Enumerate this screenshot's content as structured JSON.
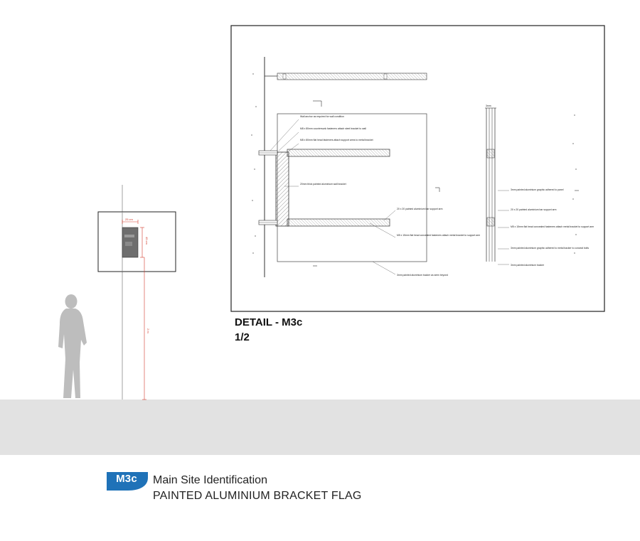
{
  "detail": {
    "title": "DETAIL - M3c",
    "scale": "1/2"
  },
  "elevation": {
    "panel_width_dim": "25 cm",
    "panel_height_dim": "45 cm",
    "mount_height_dim": "2 m"
  },
  "annotations_left": [
    "Wall anchor as required for wall condition",
    "M8 x 80mm countersunk fasteners attach steel bracket to wall",
    "M8 x 80mm flat head fasteners attach support arms to metal bracket",
    "20mm thick painted aluminium wall bracket"
  ],
  "annotations_middle": [
    "20 x 20 painted aluminium bar support arm",
    "M5 x 15mm flat head concealed fasteners attach metal bracket to support arm",
    "3mm painted aluminium backer as seen beyond"
  ],
  "annotations_right": [
    "3mm painted aluminium graphic adhered to panel",
    "20 x 20 painted aluminium bar support arm",
    "M5 x 15mm flat head concealed fasteners attach metal bracket to support arm",
    "3mm painted aluminium graphic adhered to metal backer to conceal bolts",
    "3mm painted aluminium backer"
  ],
  "section_dim": "3mm",
  "sign": {
    "badge": "M3c",
    "badge_color": "#1f72b8",
    "name": "Main Site Identification",
    "type": "PAINTED ALUMINIUM BRACKET FLAG"
  }
}
